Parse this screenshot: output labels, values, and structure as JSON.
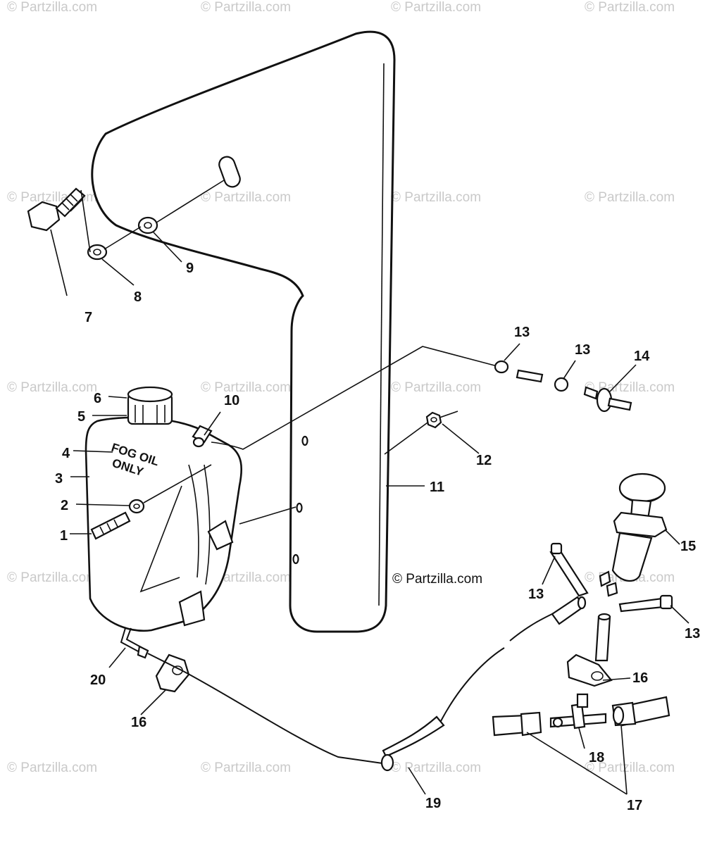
{
  "watermark": "© Partzilla.com",
  "credit": "© Partzilla.com",
  "tank_label": {
    "line1": "FOG OIL",
    "line2": "ONLY"
  },
  "callouts": {
    "c1": "1",
    "c2": "2",
    "c3": "3",
    "c4": "4",
    "c5": "5",
    "c6": "6",
    "c7": "7",
    "c8": "8",
    "c9": "9",
    "c10": "10",
    "c11": "11",
    "c12": "12",
    "c13a": "13",
    "c13b": "13",
    "c13c": "13",
    "c13d": "13",
    "c14": "14",
    "c15": "15",
    "c16a": "16",
    "c16b": "16",
    "c17": "17",
    "c18": "18",
    "c19": "19",
    "c20": "20"
  }
}
